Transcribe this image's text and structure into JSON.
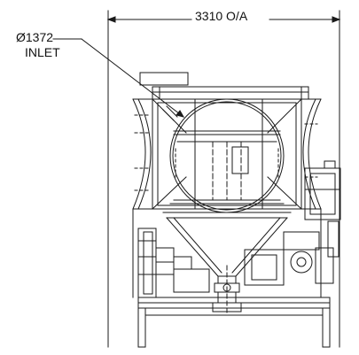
{
  "annotations": {
    "overall_width": "3310 O/A",
    "inlet_diameter": "Ø1372",
    "inlet_label": "INLET"
  },
  "colors": {
    "line": "#1a1a1a",
    "background": "#ffffff"
  }
}
